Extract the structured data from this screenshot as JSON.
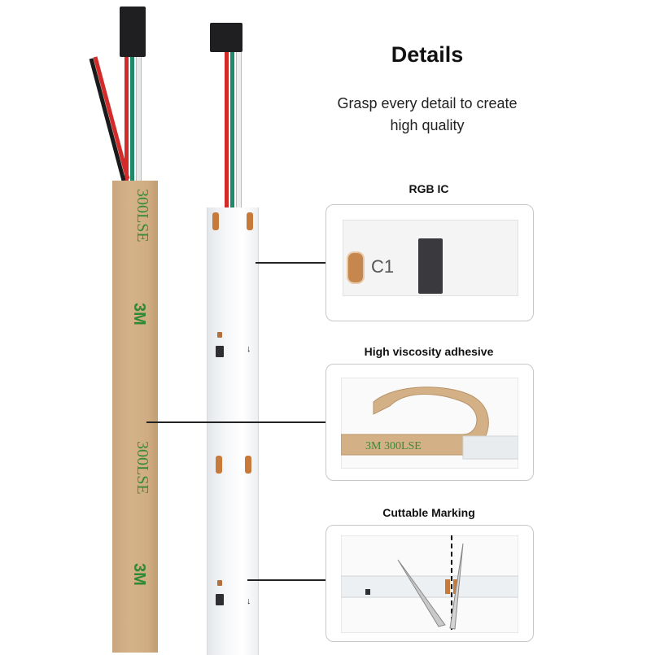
{
  "header": {
    "title": "Details",
    "subtitle_line1": "Grasp every detail to create",
    "subtitle_line2": "high quality"
  },
  "panels": [
    {
      "label": "RGB IC",
      "image_text": "C1"
    },
    {
      "label": "High viscosity adhesive",
      "image_text": "3M 300LSE"
    },
    {
      "label": "Cuttable Marking"
    }
  ],
  "tape_printing": [
    "300LSE",
    "3M",
    "300LSE",
    "3M"
  ],
  "colors": {
    "tape": "#d0ad83",
    "tape_print": "#3a8a3c",
    "strip": "#f5f6f8",
    "wire_red": "#d32a2a",
    "wire_green": "#1f8a6a",
    "wire_white": "#f2f2f2",
    "wire_black": "#1a1a1a",
    "copper_pad": "#c87a3a"
  },
  "icons": [
    "scissors-icon",
    "arrow-down-icon"
  ]
}
